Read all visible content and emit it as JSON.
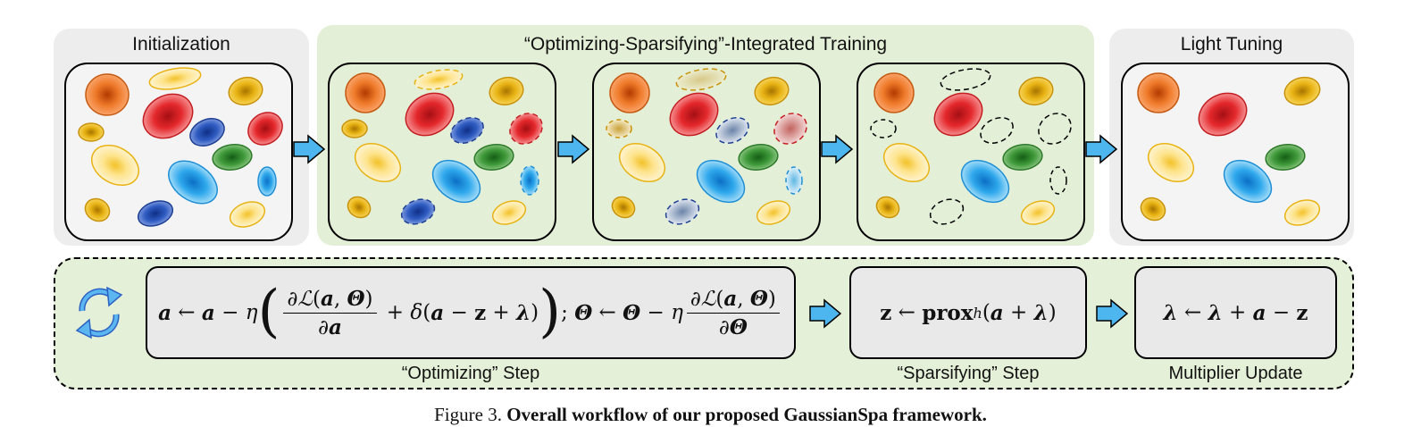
{
  "stages": {
    "initialization_title": "Initialization",
    "training_title": "“Optimizing-Sparsifying”-Integrated Training",
    "light_tuning_title": "Light Tuning"
  },
  "steps": {
    "optimizing_label": "“Optimizing” Step",
    "sparsifying_label": "“Sparsifying” Step",
    "multiplier_label": "Multiplier Update"
  },
  "caption": {
    "prefix": "Figure 3. ",
    "bold": "Overall workflow of our proposed GaussianSpa framework."
  },
  "colors": {
    "orange": "#e8701f",
    "yellow_light": "#fde28a",
    "gold": "#e8b313",
    "red": "#e4282c",
    "blue_dark": "#2a55b8",
    "green": "#3f9a3a",
    "cyan": "#2ea8ec",
    "panel_gray": "#ededed",
    "panel_green": "#e3efd6",
    "arrow_blue": "#4db6ee"
  }
}
